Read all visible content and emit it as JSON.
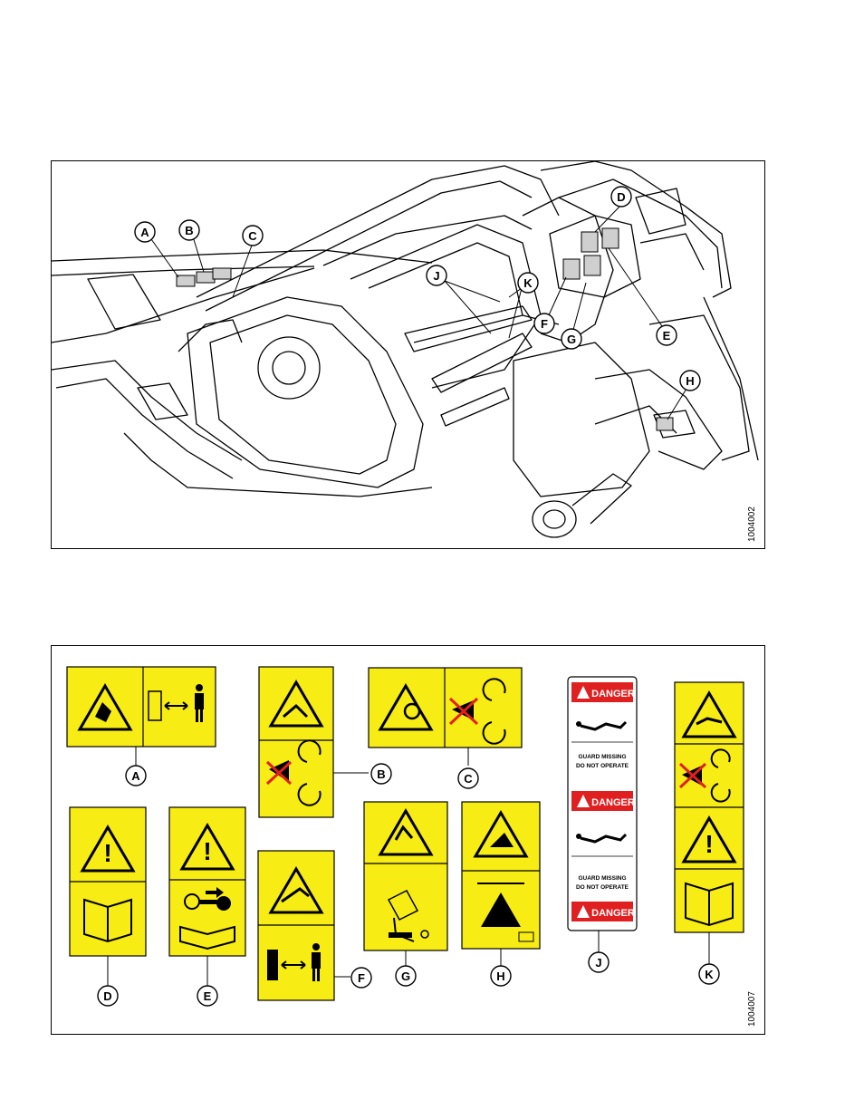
{
  "figure1": {
    "figure_id": "1004002",
    "callouts": [
      "A",
      "B",
      "C",
      "D",
      "E",
      "F",
      "G",
      "H",
      "J",
      "K"
    ]
  },
  "figure2": {
    "figure_id": "1004007",
    "decals": [
      {
        "letter": "A"
      },
      {
        "letter": "B"
      },
      {
        "letter": "C"
      },
      {
        "letter": "D"
      },
      {
        "letter": "E"
      },
      {
        "letter": "F"
      },
      {
        "letter": "G"
      },
      {
        "letter": "H"
      },
      {
        "letter": "J"
      },
      {
        "letter": "K"
      }
    ],
    "decal_J": {
      "danger_label": "DANGER",
      "guard_line1": "GUARD MISSING",
      "guard_line2": "DO NOT OPERATE"
    }
  },
  "colors": {
    "decal_yellow": "#f7ec13",
    "danger_red": "#e02020",
    "line": "#000000"
  }
}
